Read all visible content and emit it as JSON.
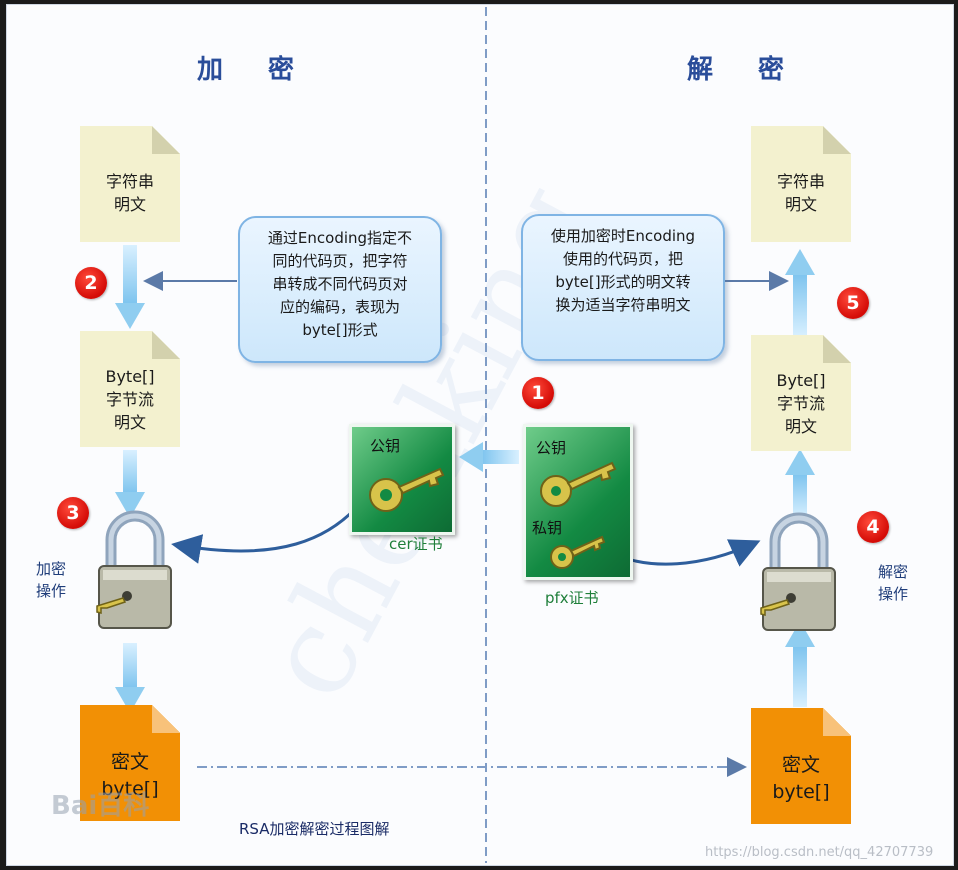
{
  "headings": {
    "encrypt": "加 密",
    "decrypt": "解 密"
  },
  "docs": {
    "left_plain": "字符串\n明文",
    "left_bytes": "Byte[]\n字节流\n明文",
    "left_cipher": "密文\nbyte[]",
    "right_plain": "字符串\n明文",
    "right_bytes": "Byte[]\n字节流\n明文",
    "right_cipher": "密文\nbyte[]"
  },
  "bubbles": {
    "left": "通过Encoding指定不\n同的代码页，把字符\n串转成不同代码页对\n应的编码，表现为\nbyte[]形式",
    "right": "使用加密时Encoding\n使用的代码页，把\nbyte[]形式的明文转\n换为适当字符串明文"
  },
  "steps": [
    "1",
    "2",
    "3",
    "4",
    "5"
  ],
  "certs": {
    "public_key": "公钥",
    "private_key": "私钥",
    "cer_caption": "cer证书",
    "pfx_caption": "pfx证书"
  },
  "operations": {
    "encrypt": "加密\n操作",
    "decrypt": "解密\n操作"
  },
  "caption": "RSA加密解密过程图解",
  "watermarks": {
    "baidu": "Bai百科",
    "diagonal": "chenking",
    "url": "https://blog.csdn.net/qq_42707739"
  },
  "colors": {
    "heading": "#2a4d9a",
    "plain_doc": "#f3f1cf",
    "cipher_doc": "#f29005",
    "badge": "#d40b06",
    "arrow": "#2e5e9c",
    "flow": "#9ed3f3",
    "cert": "#138a43"
  }
}
